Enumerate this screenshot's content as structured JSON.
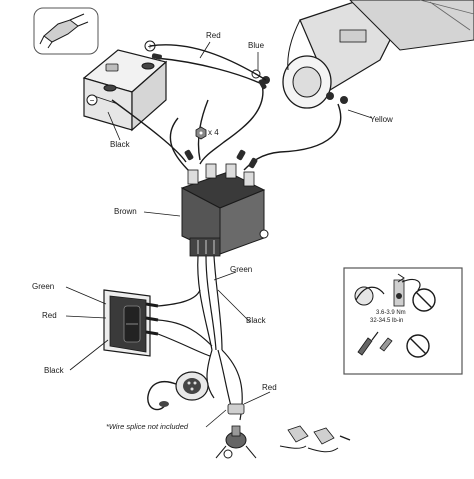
{
  "labels": {
    "red_top": "Red",
    "blue": "Blue",
    "yellow": "Yellow",
    "black_battery": "Black",
    "x4": "x 4",
    "brown": "Brown",
    "green_solenoid": "Green",
    "black_lower": "Black",
    "green_switch": "Green",
    "red_switch": "Red",
    "black_switch": "Black",
    "red_splice": "Red",
    "wire_splice_note": "*Wire splice not included"
  },
  "battery": {
    "plus": "+",
    "minus": "−"
  },
  "inset": {
    "spec_nm": "3.6-3.9 Nm",
    "spec_lb": "32-34.5 lb-in"
  },
  "colors": {
    "line": "#1a1a1a",
    "paper": "#ffffff",
    "shade": "#cfcfcf",
    "dark": "#2b2b2b",
    "inset_border": "#555555"
  },
  "icons": [
    "connector-icon",
    "no-tool-icon",
    "torque-icon",
    "spade-terminal-icon"
  ]
}
